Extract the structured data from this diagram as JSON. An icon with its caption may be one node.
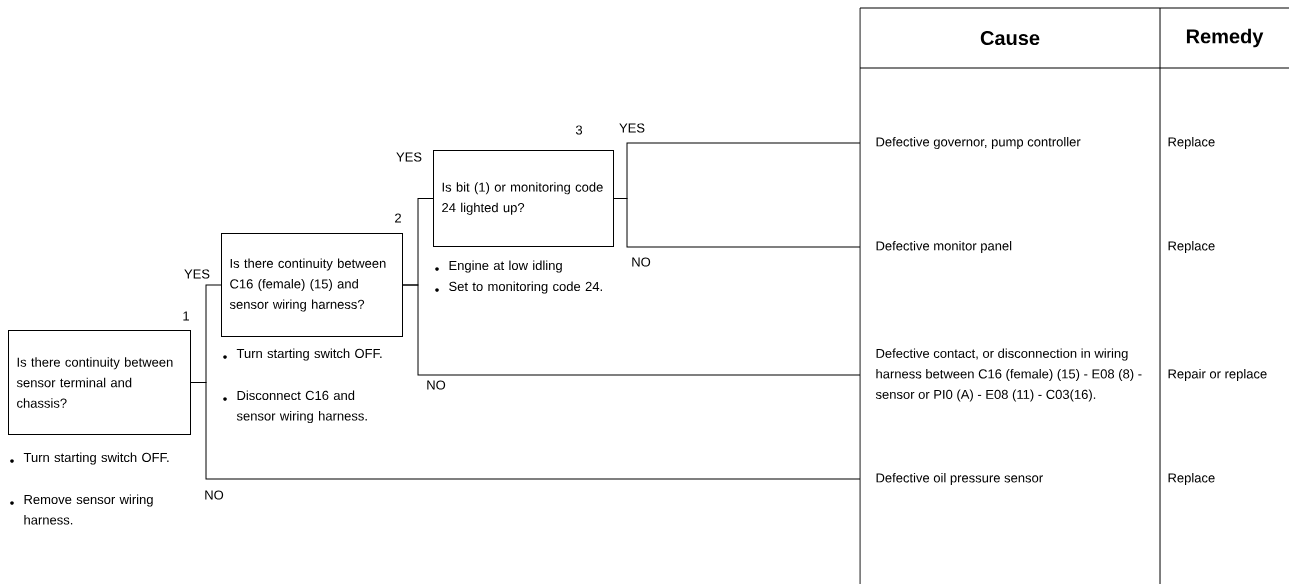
{
  "diagram": {
    "nodes": [
      {
        "text": [
          "Is there continuity between sensor terminal and chassis?"
        ],
        "beside": [
          "1",
          "Turn starting switch OFF.",
          "Remove sensor wiring harness."
        ]
      },
      {
        "text": [
          "Is there continuity between C16 (female) (15) and sensor wiring harness?"
        ],
        "beside": [
          "2",
          "Turn starting switch OFF.",
          "Disconnect C16 and sensor wiring harness."
        ]
      },
      {
        "text": [
          "Is bit (1) or monitoring code 24 lighted up?"
        ],
        "beside": [
          "3",
          "Engine at low idling",
          "Set to monitoring code 24."
        ]
      },
      {
        "text": [
          "Defective governor, pump controller",
          "Replace"
        ]
      },
      {
        "text": [
          "Defective monitor panel",
          "Replace"
        ]
      },
      {
        "text": [
          "Defective contact, or disconnection in wiring harness between C16 (female) (15) - E08 (8) - sensor or PI0 (A) - E08 (11) - C03(16).",
          "Repair or replace"
        ]
      },
      {
        "text": [
          "Defective oil pressure sensor",
          "Replace"
        ]
      }
    ],
    "edges": [
      {
        "from": 0,
        "to": 1,
        "arrow": "none",
        "label": "YES"
      },
      {
        "from": 0,
        "to": 6,
        "arrow": "none",
        "label": "NO"
      },
      {
        "from": 1,
        "to": 2,
        "arrow": "none",
        "label": "YES"
      },
      {
        "from": 1,
        "to": 5,
        "arrow": "none",
        "label": "NO"
      },
      {
        "from": 2,
        "to": 3,
        "arrow": "none",
        "label": "YES"
      },
      {
        "from": 2,
        "to": 4,
        "arrow": "none",
        "label": "NO"
      }
    ],
    "labels": [
      "Cause",
      "Remedy"
    ]
  }
}
